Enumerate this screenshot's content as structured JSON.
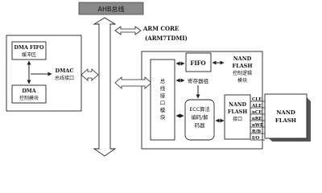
{
  "bus": {
    "label": "AHB总线"
  },
  "arm_core": {
    "line1": "ARM CORE",
    "line2": "(ARM7TDMI)"
  },
  "dma_fifo": {
    "line1": "DMA FIFO",
    "line2": "缓冲区"
  },
  "dma_ctrl": {
    "line1": "DMA",
    "line2": "控制模块"
  },
  "dmac": {
    "line1": "DMAC",
    "line2": "总线接口"
  },
  "bus_if": {
    "text": "总线接口模块"
  },
  "fifo": {
    "label": "FIFO"
  },
  "reg": {
    "label": "寄存器组"
  },
  "nand_ctrl": {
    "line1": "NAND",
    "line2": "FLASH",
    "line3": "控制逻辑",
    "line4": "模块"
  },
  "ecc": {
    "line1": "ECC算法",
    "line2": "编码/解",
    "line3": "码器"
  },
  "nand_if": {
    "line1": "NAND",
    "line2": "FLASH",
    "line3": "接口"
  },
  "signals": [
    "CLE",
    "ALE",
    "nCE",
    "nRE",
    "nWE",
    "R/B",
    "I/O"
  ],
  "nand_flash": {
    "line1": "NAND",
    "line2": "FLASH"
  }
}
